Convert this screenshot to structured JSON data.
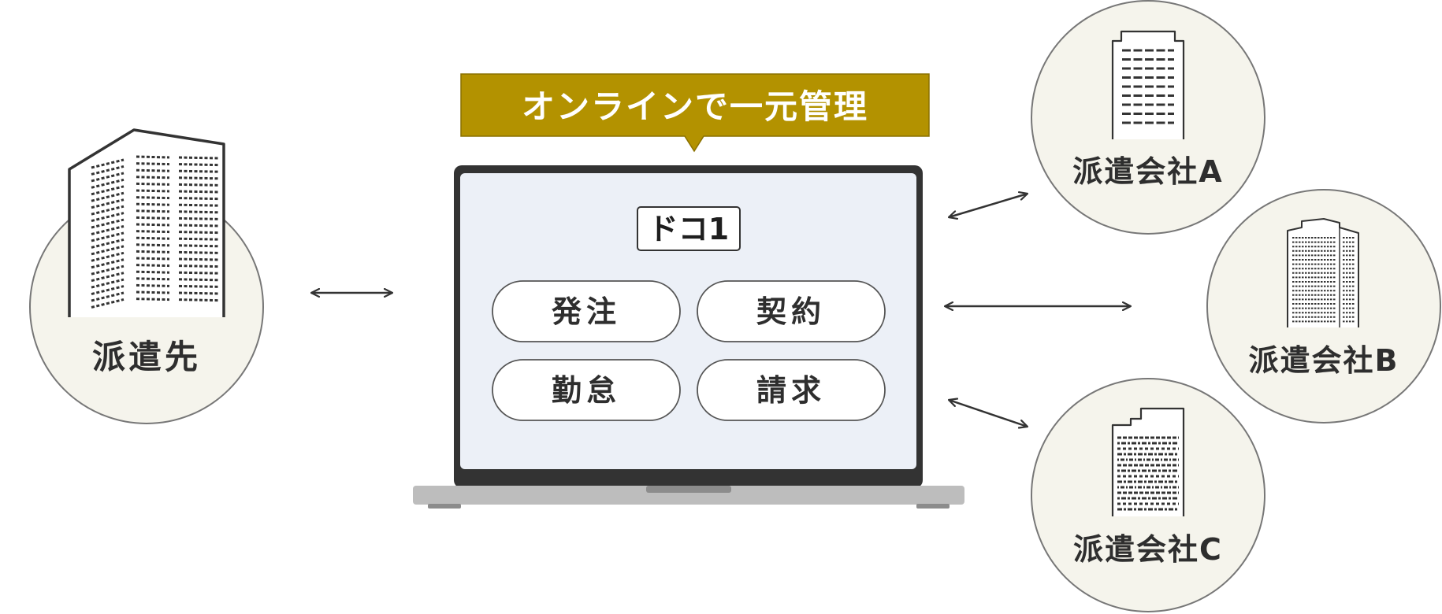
{
  "banner": {
    "text": "オンラインで一元管理",
    "color": "#b39200"
  },
  "laptop": {
    "logo": "ドコ1",
    "buttons": [
      {
        "label": "発注"
      },
      {
        "label": "契約"
      },
      {
        "label": "勤怠"
      },
      {
        "label": "請求"
      }
    ],
    "screen_color": "#ecf0f7",
    "frame_color": "#333333"
  },
  "client": {
    "label": "派遣先"
  },
  "agencies": [
    {
      "label": "派遣会社A"
    },
    {
      "label": "派遣会社B"
    },
    {
      "label": "派遣会社C"
    }
  ],
  "circle_fill": "#f5f4ec"
}
